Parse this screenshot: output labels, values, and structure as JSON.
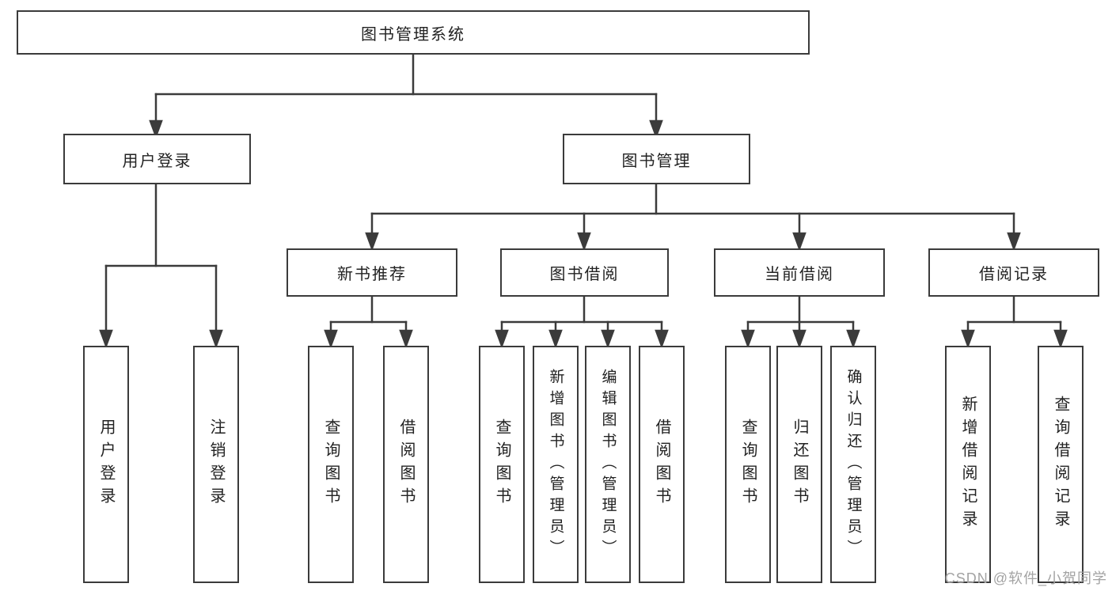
{
  "diagram": {
    "root": {
      "label": "图书管理系统"
    },
    "user_login": {
      "label": "用户登录",
      "children": [
        {
          "label": "用户登录"
        },
        {
          "label": "注销登录"
        }
      ]
    },
    "book_mgmt": {
      "label": "图书管理"
    },
    "groups": [
      {
        "label": "新书推荐",
        "children": [
          {
            "label": "查询图书"
          },
          {
            "label": "借阅图书"
          }
        ]
      },
      {
        "label": "图书借阅",
        "children": [
          {
            "label": "查询图书"
          },
          {
            "label": "新增图书（管理员）"
          },
          {
            "label": "编辑图书（管理员）"
          },
          {
            "label": "借阅图书"
          }
        ]
      },
      {
        "label": "当前借阅",
        "children": [
          {
            "label": "查询图书"
          },
          {
            "label": "归还图书"
          },
          {
            "label": "确认归还（管理员）"
          }
        ]
      },
      {
        "label": "借阅记录",
        "children": [
          {
            "label": "新增借阅记录"
          },
          {
            "label": "查询借阅记录"
          }
        ]
      }
    ]
  },
  "watermark": {
    "text": "CSDN @软件_小贺同学"
  },
  "colors": {
    "line": "#3b3b3b",
    "text": "#222222",
    "watermark": "#a3a3a3",
    "background": "#ffffff"
  }
}
